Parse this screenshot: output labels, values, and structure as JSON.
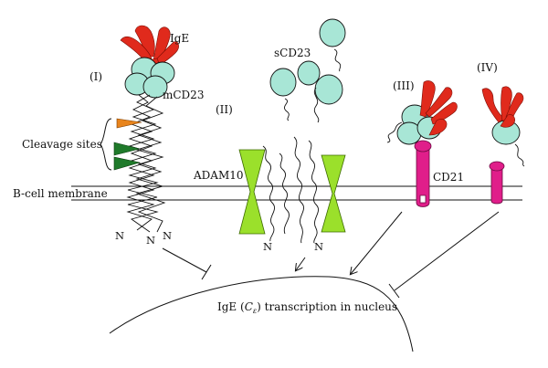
{
  "diagram": {
    "labels": {
      "ige": "IgE",
      "stage_1": "(I)",
      "mcd23": "mCD23",
      "stage_2": "(II)",
      "scd23": "sCD23",
      "stage_3": "(III)",
      "stage_4": "(IV)",
      "cleavage_sites": "Cleavage sites",
      "adam10": "ADAM10",
      "cd21": "CD21",
      "membrane": "B-cell membrane",
      "n_terminus": "N",
      "nucleus_prefix": "IgE (",
      "nucleus_symbol": "C",
      "nucleus_subscript": "ε",
      "nucleus_suffix": ") transcription in nucleus"
    },
    "colors": {
      "cd23_lectin_head": "#a8e6d6",
      "ige": "#e02a1c",
      "cleavage_orange": "#e8841c",
      "cleavage_green": "#1f7a2a",
      "adam10": "#9be02b",
      "cd21": "#e01e8a"
    },
    "icons": {
      "cleavage_site": "triangle-marker",
      "ige": "antibody-y",
      "cd23": "lectin-head-oval",
      "adam10": "hourglass-protease",
      "cd21": "receptor-rod",
      "inhibition": "t-bar",
      "activation": "arrow"
    }
  }
}
